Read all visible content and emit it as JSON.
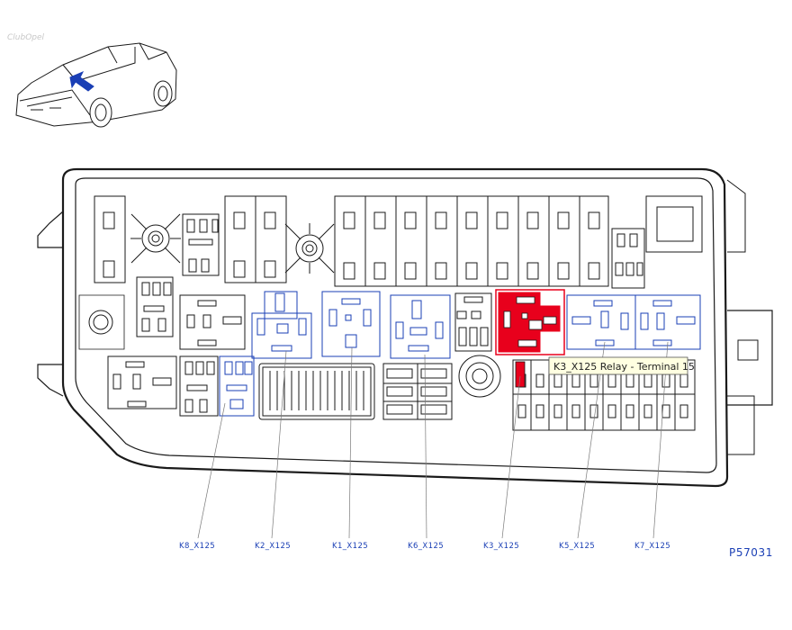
{
  "watermark": "ClubOpel",
  "figure_id": "P57031",
  "tooltip": "K3_X125 Relay - Terminal 15",
  "colors": {
    "outline": "#1a1a1a",
    "relay": "#1a3fb5",
    "highlight": "#e8001c",
    "tooltip_bg": "#ffffe1"
  },
  "relay_labels": [
    "K8_X125",
    "K2_X125",
    "K1_X125",
    "K6_X125",
    "K3_X125",
    "K5_X125",
    "K7_X125"
  ]
}
